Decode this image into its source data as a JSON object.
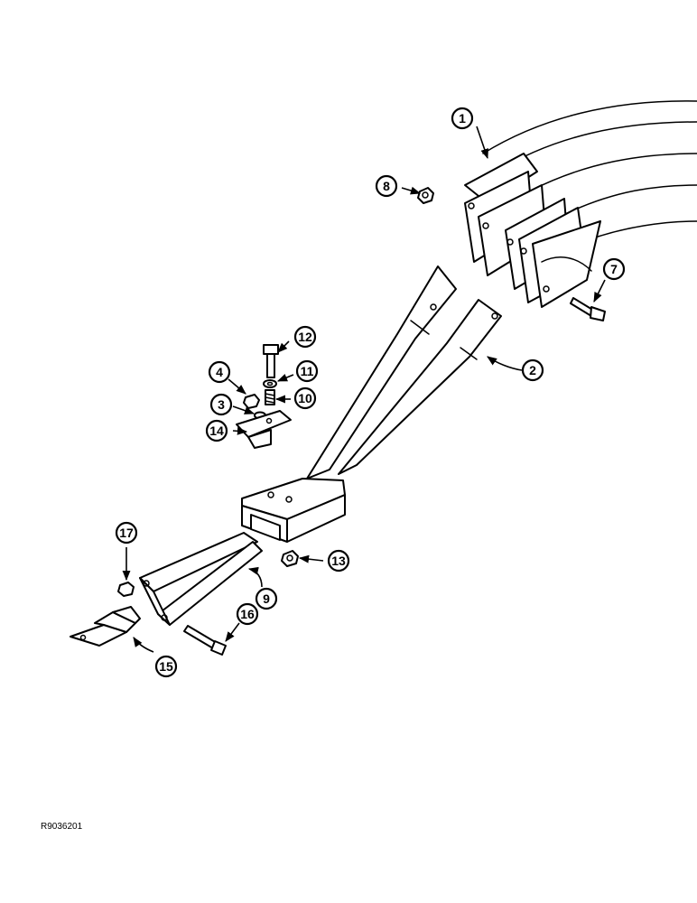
{
  "diagram": {
    "reference_code": "R9036201",
    "callouts": [
      {
        "id": "callout-1",
        "label": "1"
      },
      {
        "id": "callout-2",
        "label": "2"
      },
      {
        "id": "callout-3",
        "label": "3"
      },
      {
        "id": "callout-4",
        "label": "4"
      },
      {
        "id": "callout-7",
        "label": "7"
      },
      {
        "id": "callout-8",
        "label": "8"
      },
      {
        "id": "callout-9",
        "label": "9"
      },
      {
        "id": "callout-10",
        "label": "10"
      },
      {
        "id": "callout-11",
        "label": "11"
      },
      {
        "id": "callout-12",
        "label": "12"
      },
      {
        "id": "callout-13",
        "label": "13"
      },
      {
        "id": "callout-14",
        "label": "14"
      },
      {
        "id": "callout-15",
        "label": "15"
      },
      {
        "id": "callout-16",
        "label": "16"
      },
      {
        "id": "callout-17",
        "label": "17"
      }
    ]
  }
}
